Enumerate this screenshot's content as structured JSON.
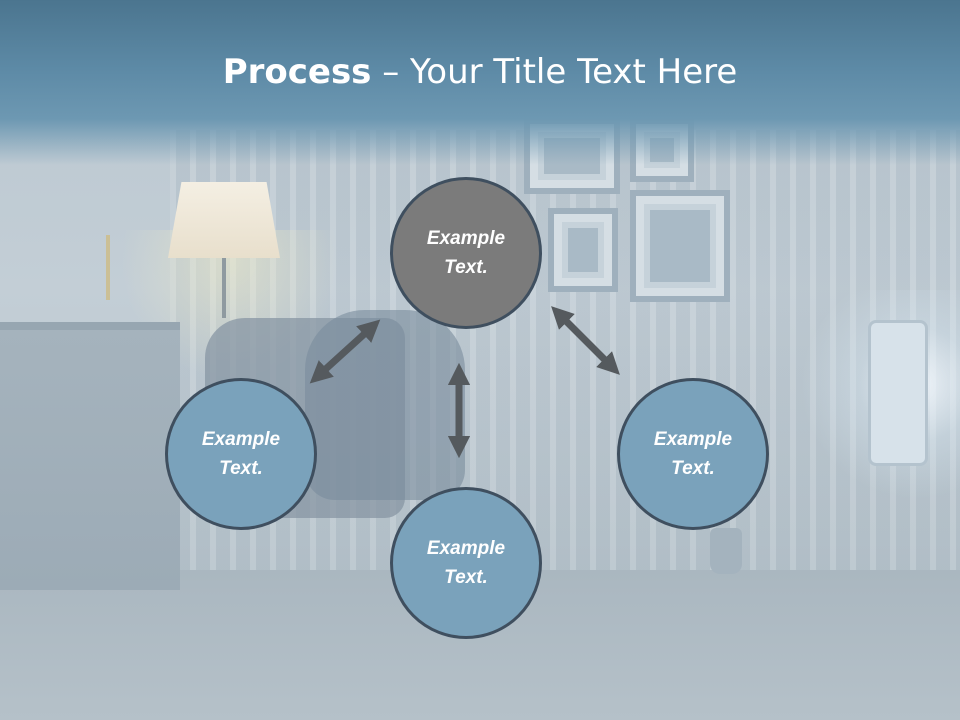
{
  "title": {
    "bold": "Process",
    "rest": " – Your Title Text Here"
  },
  "diagram": {
    "center": {
      "line1": "Example",
      "line2": "Text."
    },
    "left": {
      "line1": "Example",
      "line2": "Text."
    },
    "right": {
      "line1": "Example",
      "line2": "Text."
    },
    "bottom": {
      "line1": "Example",
      "line2": "Text."
    }
  },
  "colors": {
    "title_band": "#5d8aa6",
    "center_node": "#7b7b7b",
    "outer_node": "#7aa2bb",
    "node_border": "#3f4f5f",
    "arrow": "#555a5e"
  }
}
